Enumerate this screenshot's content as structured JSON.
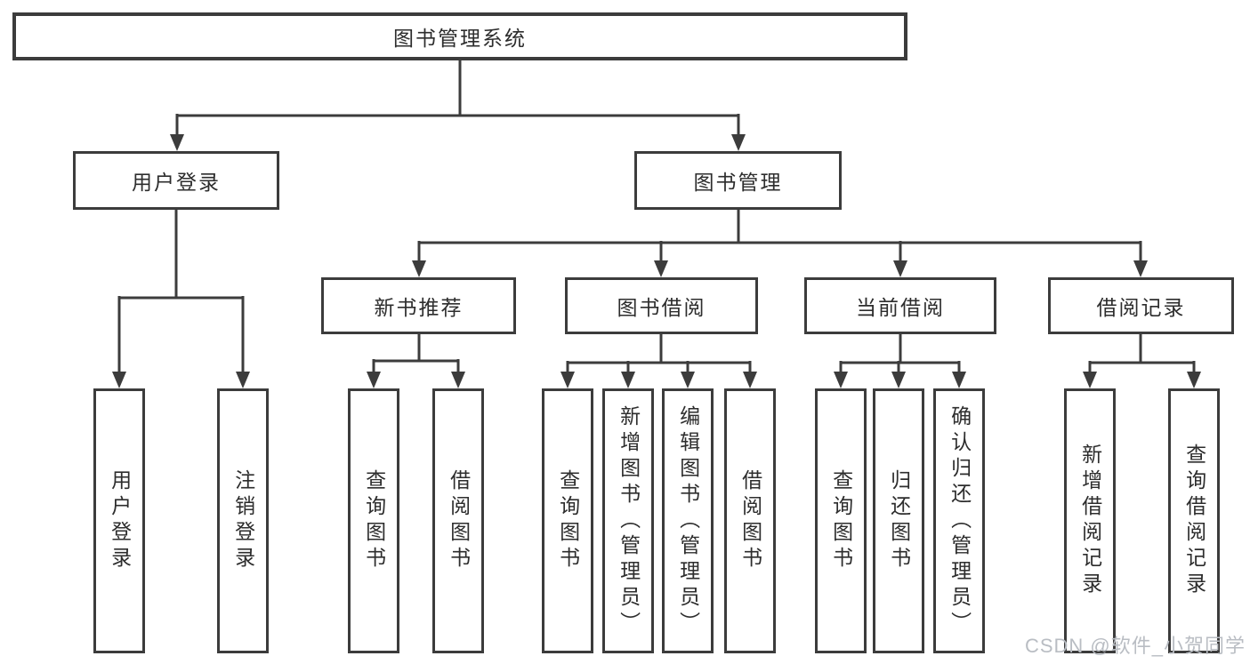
{
  "diagram": {
    "root": {
      "label": "图书管理系统"
    },
    "level2": [
      {
        "label": "用户登录"
      },
      {
        "label": "图书管理"
      }
    ],
    "level3": [
      {
        "label": "新书推荐",
        "parent": "图书管理"
      },
      {
        "label": "图书借阅",
        "parent": "图书管理"
      },
      {
        "label": "当前借阅",
        "parent": "图书管理"
      },
      {
        "label": "借阅记录",
        "parent": "图书管理"
      }
    ],
    "leaves": [
      {
        "label": "用户登录",
        "parent": "用户登录"
      },
      {
        "label": "注销登录",
        "parent": "用户登录"
      },
      {
        "label": "查询图书",
        "parent": "新书推荐"
      },
      {
        "label": "借阅图书",
        "parent": "新书推荐"
      },
      {
        "label": "查询图书",
        "parent": "图书借阅"
      },
      {
        "label": "新增图书（管理员）",
        "parent": "图书借阅"
      },
      {
        "label": "编辑图书（管理员）",
        "parent": "图书借阅"
      },
      {
        "label": "借阅图书",
        "parent": "图书借阅"
      },
      {
        "label": "查询图书",
        "parent": "当前借阅"
      },
      {
        "label": "归还图书",
        "parent": "当前借阅"
      },
      {
        "label": "确认归还（管理员）",
        "parent": "当前借阅"
      },
      {
        "label": "新增借阅记录",
        "parent": "借阅记录"
      },
      {
        "label": "查询借阅记录",
        "parent": "借阅记录"
      }
    ]
  },
  "watermark": "CSDN @软件_小贺同学",
  "colors": {
    "line": "#3c3c3c",
    "text": "#2d2d2d",
    "watermark": "#b9bdc3",
    "background": "#ffffff"
  }
}
